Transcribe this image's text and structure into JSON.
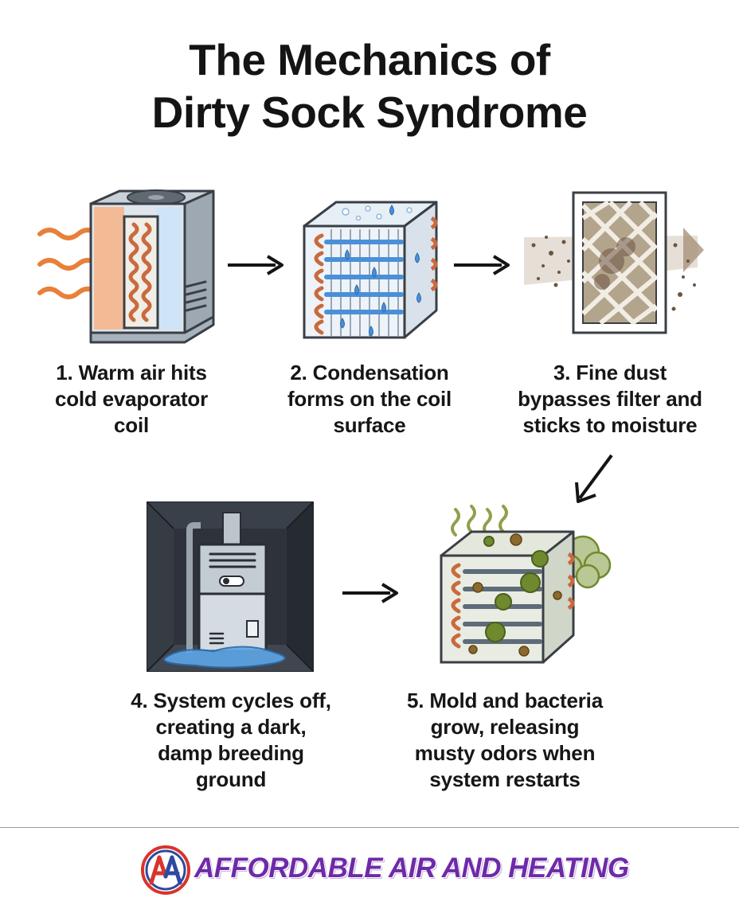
{
  "title": {
    "line1": "The Mechanics of",
    "line2": "Dirty Sock Syndrome"
  },
  "steps": [
    {
      "lines": [
        "1. Warm air hits",
        "cold evaporator",
        "coil"
      ],
      "illustration": "ac-unit-with-warm-air-icon"
    },
    {
      "lines": [
        "2. Condensation",
        "forms on the coil",
        "surface"
      ],
      "illustration": "wet-coil-icon"
    },
    {
      "lines": [
        "3. Fine dust",
        "bypasses filter and",
        "sticks to moisture"
      ],
      "illustration": "dusty-filter-icon"
    },
    {
      "lines": [
        "4. System cycles off,",
        "creating a dark,",
        "damp breeding",
        "ground"
      ],
      "illustration": "furnace-in-dark-closet-icon"
    },
    {
      "lines": [
        "5. Mold and bacteria",
        "grow, releasing",
        "musty odors when",
        "system restarts"
      ],
      "illustration": "moldy-coil-icon"
    }
  ],
  "logo": {
    "monogram": "AA",
    "text": "AFFORDABLE AIR AND HEATING",
    "colors": {
      "primary": "#6e2aa8",
      "secondary": "#d8342c",
      "tertiary": "#2b4aa0"
    }
  },
  "colors": {
    "warm_air": "#e8803a",
    "coil": "#c96a3d",
    "water": "#4a90d9",
    "metal": "#b8c2cc",
    "dust": "#6b5440",
    "mold": "#6f8a2e"
  }
}
